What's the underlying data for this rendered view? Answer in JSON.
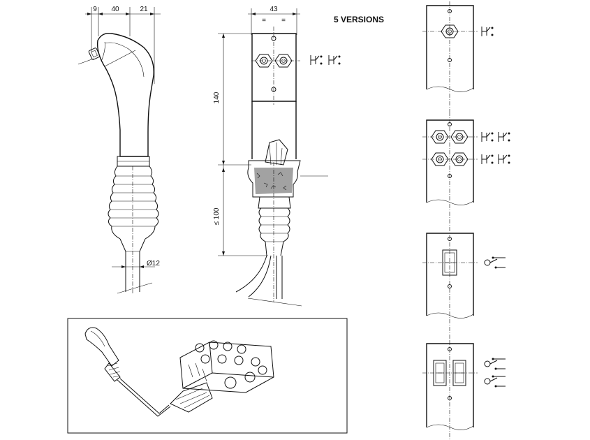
{
  "dimensions": {
    "side_offset": "9",
    "side_width": "40",
    "side_extra": "21",
    "front_width": "43",
    "front_height": "140",
    "boot_length": "≤ 100",
    "cable_diameter": "Ø12",
    "equal_mark": "="
  },
  "title": "5 VERSIONS",
  "versions": [
    {
      "buttons": 1,
      "type": "push-button"
    },
    {
      "buttons": 4,
      "type": "push-button"
    },
    {
      "buttons": 1,
      "type": "rocker-switch"
    },
    {
      "buttons": 2,
      "type": "rocker-switch"
    }
  ]
}
